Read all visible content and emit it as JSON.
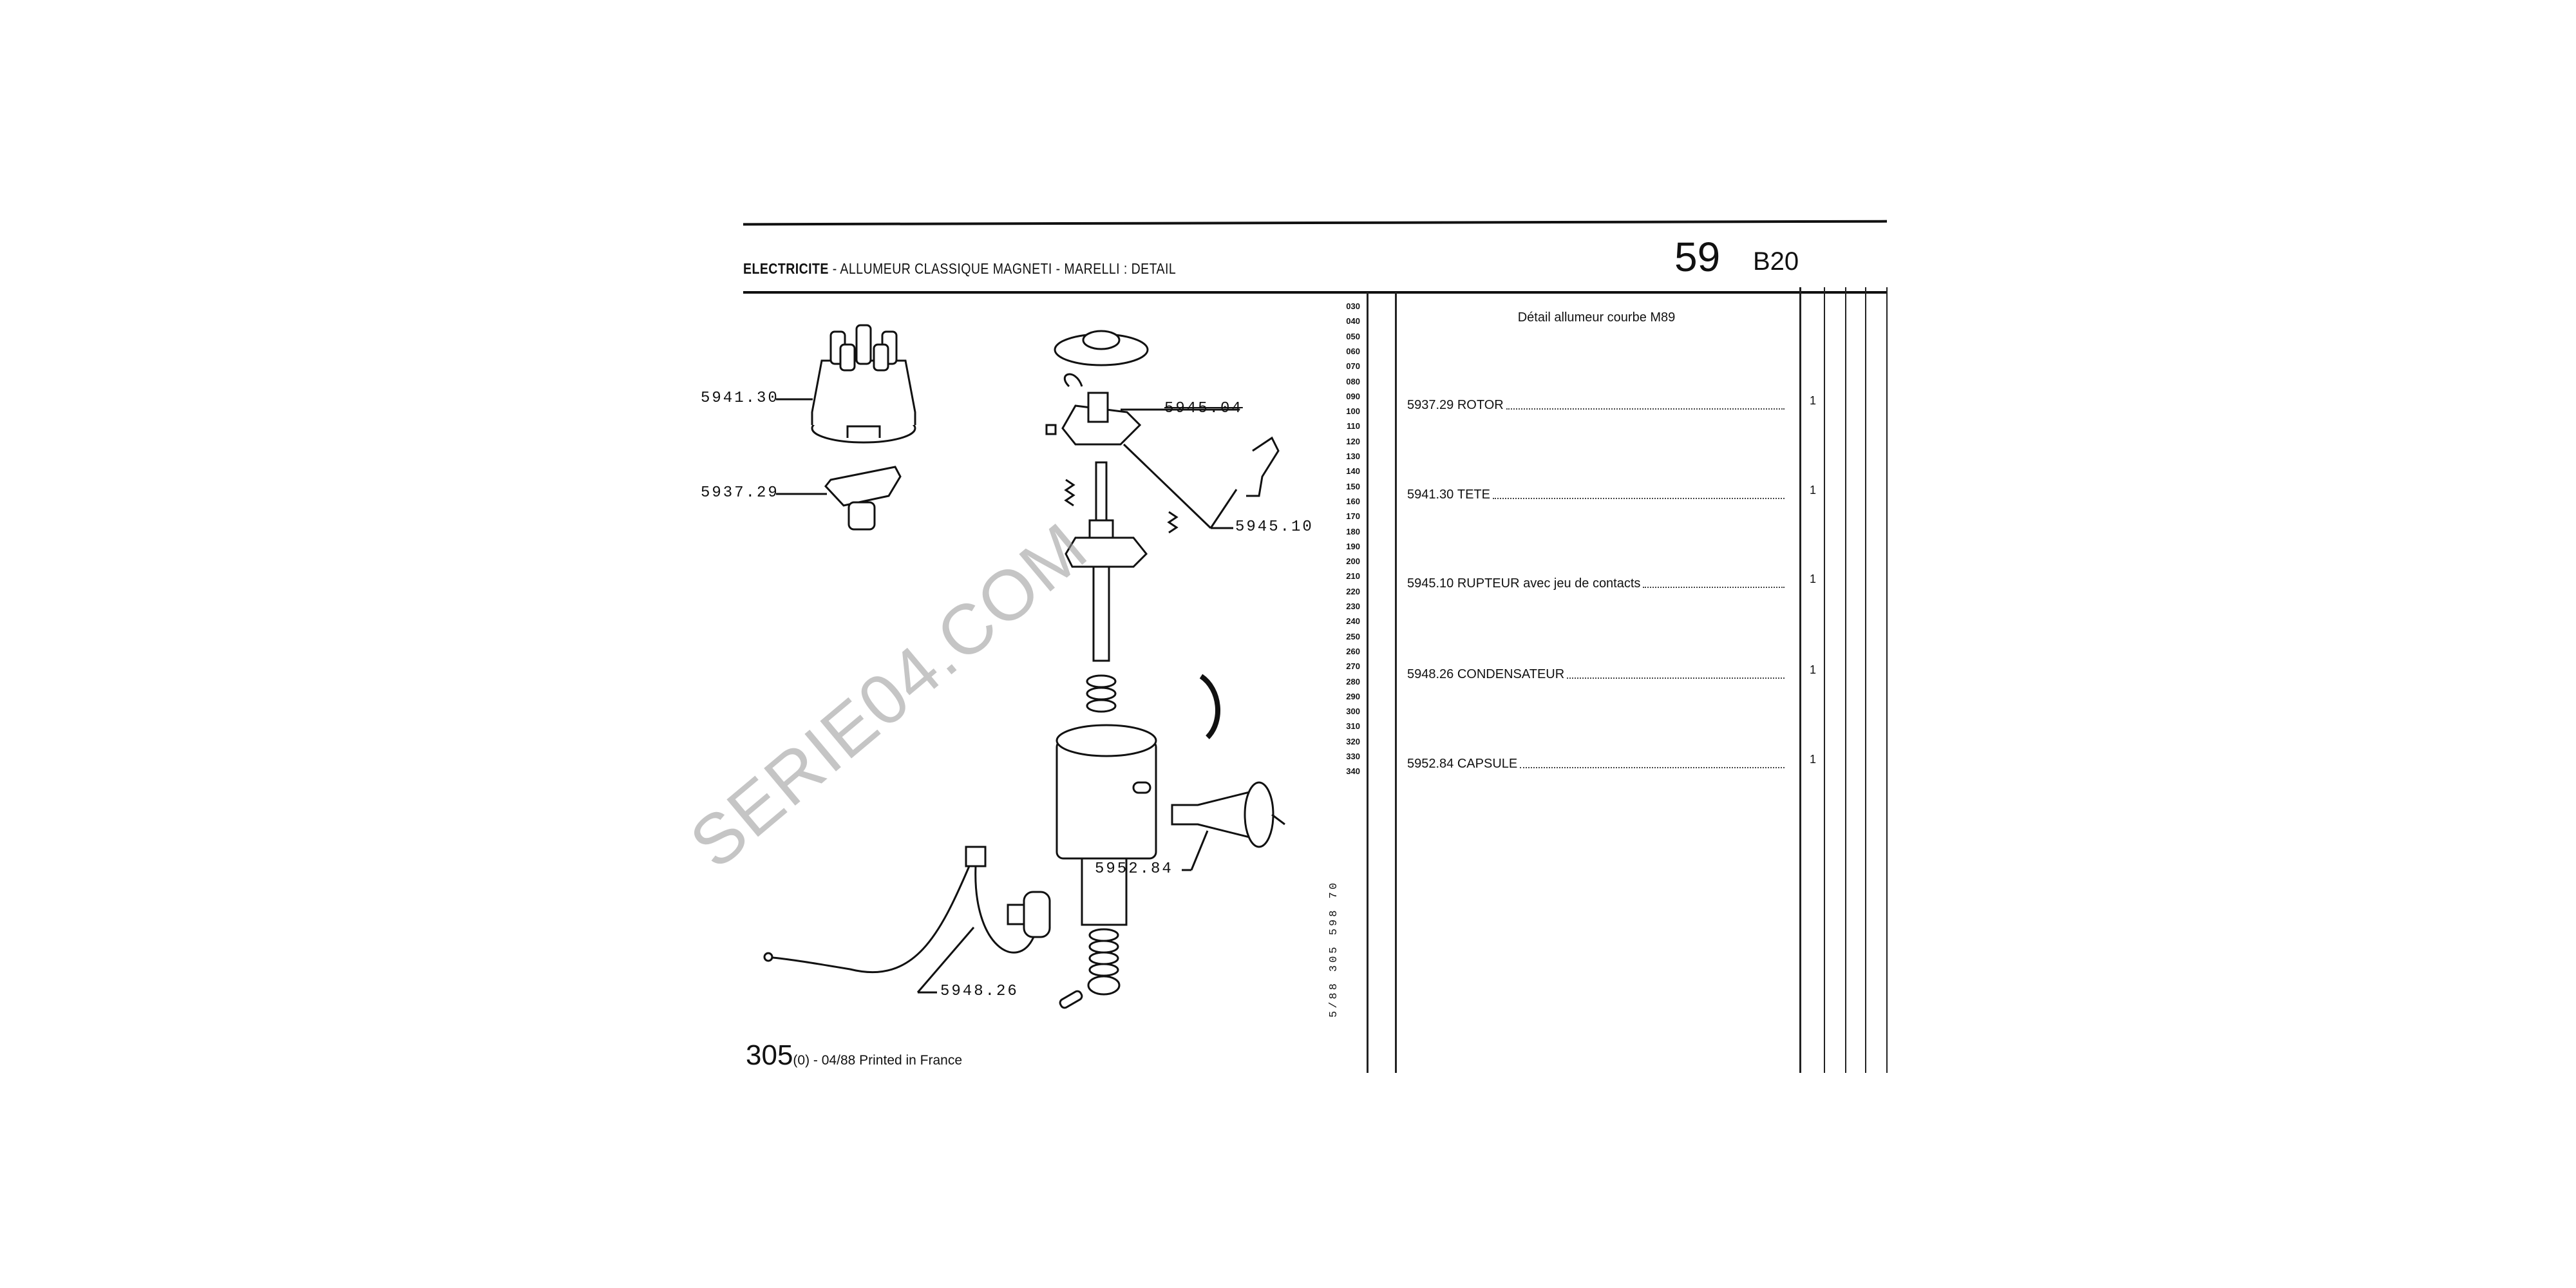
{
  "header": {
    "section": "ELECTRICITE",
    "title": " - ALLUMEUR CLASSIQUE MAGNETI - MARELLI : DETAIL",
    "page_number": "59",
    "model": "B20"
  },
  "table": {
    "subtitle": "Détail allumeur courbe M89",
    "line_numbers": [
      "030",
      "040",
      "050",
      "060",
      "070",
      "080",
      "090",
      "100",
      "110",
      "120",
      "130",
      "140",
      "150",
      "160",
      "170",
      "180",
      "190",
      "200",
      "210",
      "220",
      "230",
      "240",
      "250",
      "260",
      "270",
      "280",
      "290",
      "300",
      "310",
      "320",
      "330",
      "340"
    ],
    "rows": [
      {
        "ref": "5937.29",
        "designation": "ROTOR",
        "qty": "1"
      },
      {
        "ref": "5941.30",
        "designation": "TETE",
        "qty": "1"
      },
      {
        "ref": "5945.10",
        "designation": "RUPTEUR avec jeu de contacts",
        "qty": "1"
      },
      {
        "ref": "5948.26",
        "designation": "CONDENSATEUR",
        "qty": "1"
      },
      {
        "ref": "5952.84",
        "designation": "CAPSULE",
        "qty": "1"
      }
    ],
    "side_code": "5/88 305 598 70"
  },
  "diagram": {
    "labels": {
      "cap": "5941.30",
      "rotor": "5937.29",
      "plate": "5945.04",
      "breaker": "5945.10",
      "capsule": "5952.84",
      "condenser": "5948.26"
    }
  },
  "footer": {
    "code": "305",
    "suffix": "(0) - 04/88 Printed in France"
  },
  "watermark": "SERIE04.COM"
}
